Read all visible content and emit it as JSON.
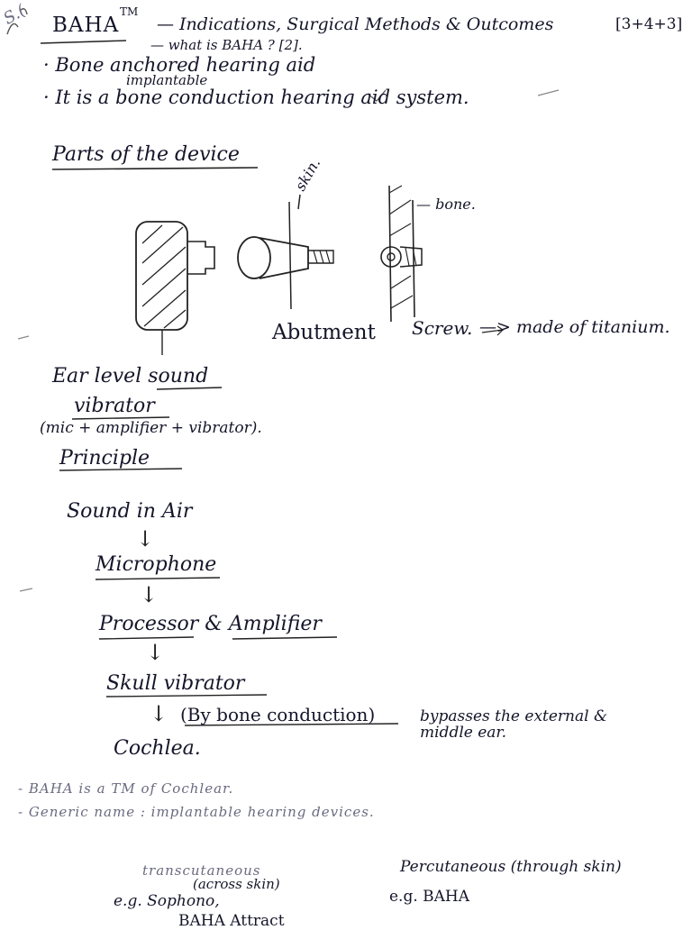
{
  "header": {
    "corner_mark": "S.(",
    "title": "BAHA",
    "tm": "TM",
    "subtitle": "— Indications, Surgical Methods & Outcomes",
    "marks": "[3+4+3]",
    "question": "— what is BAHA ? [2]."
  },
  "intro": {
    "line1": "· Bone anchored hearing aid",
    "insert": "implantable",
    "line2": "· It is a bone conduction hearing aid system."
  },
  "parts": {
    "heading": "Parts of the device",
    "skin": "skin.",
    "bone": "— bone.",
    "abutment": "Abutment",
    "screw": "Screw.",
    "screw_note": "—> made of titanium.",
    "sound_line1": "Ear level sound",
    "sound_line2": "vibrator",
    "sound_note": "(mic + amplifier + vibrator)."
  },
  "principle": {
    "heading": "Principle",
    "steps": [
      "Sound in Air",
      "Microphone",
      "Processor & Amplifier",
      "Skull vibrator"
    ],
    "conduction": "(By bone conduction)",
    "bypass_line1": "bypasses the external &",
    "bypass_line2": "middle ear.",
    "final": "Cochlea."
  },
  "notes": {
    "line1": "- BAHA is a TM of Cochlear.",
    "line2": "- Generic name : implantable hearing devices.",
    "left_type": "transcutaneous",
    "left_detail": "(across skin)",
    "left_eg": "e.g. Sophono,",
    "left_eg2": "BAHA Attract",
    "right_type": "Percutaneous (through skin)",
    "right_eg": "e.g. BAHA"
  }
}
